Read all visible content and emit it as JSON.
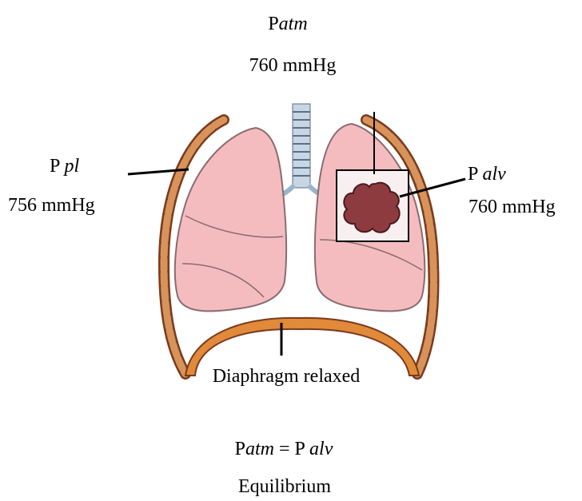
{
  "labels": {
    "patm": {
      "prefix": "P",
      "sub": "atm"
    },
    "patm_value": "760 mmHg",
    "ppl": {
      "prefix": "P ",
      "sub": "pl"
    },
    "ppl_value": "756 mmHg",
    "palv": {
      "prefix": "P ",
      "sub": "alv"
    },
    "palv_value": "760 mmHg",
    "diaphragm": "Diaphragm relaxed",
    "equation": {
      "lhs_prefix": "P",
      "lhs_sub": "atm",
      "op": " = ",
      "rhs_prefix": "P ",
      "rhs_sub": "alv"
    },
    "state": "Equilibrium"
  },
  "colors": {
    "lung_fill": "#f5bcbf",
    "lung_stroke": "#8a6c6f",
    "rib_fill": "#d8935a",
    "rib_stroke": "#7a3a1e",
    "diaphragm_fill": "#e08a3a",
    "alveolus_fill": "#8e3b40",
    "trachea": "#9ab4cc"
  }
}
